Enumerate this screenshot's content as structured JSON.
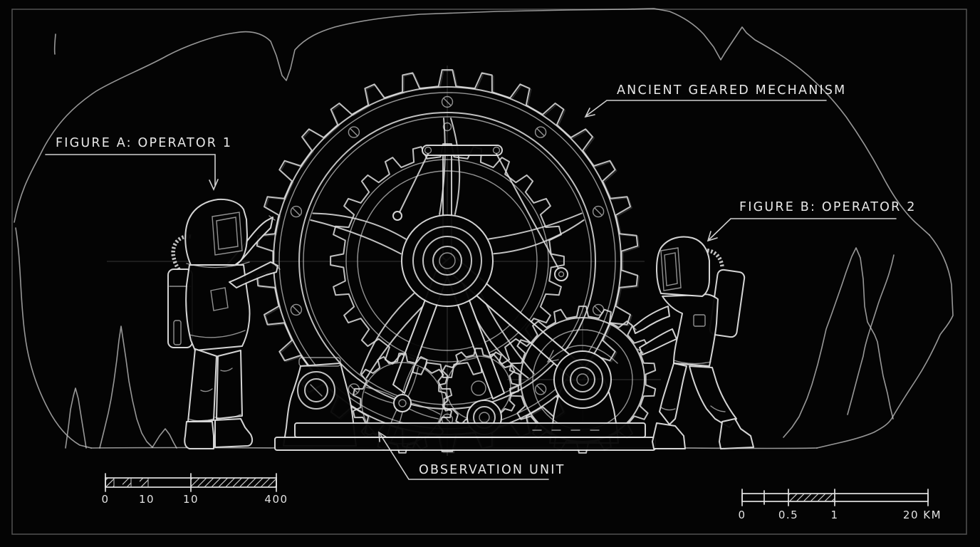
{
  "annotations": {
    "figure_a": {
      "label": "FIGURE A: OPERATOR 1"
    },
    "mechanism": {
      "label": "ANCIENT GEARED MECHANISM"
    },
    "figure_b": {
      "label": "FIGURE B: OPERATOR 2"
    },
    "observation": {
      "label": "OBSERVATION UNIT"
    }
  },
  "scale_bar_left": {
    "labels": [
      "0",
      "10",
      "10",
      "400"
    ]
  },
  "scale_bar_right": {
    "labels": [
      "0",
      "0.5",
      "1",
      "20 KM"
    ]
  },
  "colors": {
    "background": "#040404",
    "ink": "#e4e4e4",
    "faint": "#9e9e9e"
  }
}
